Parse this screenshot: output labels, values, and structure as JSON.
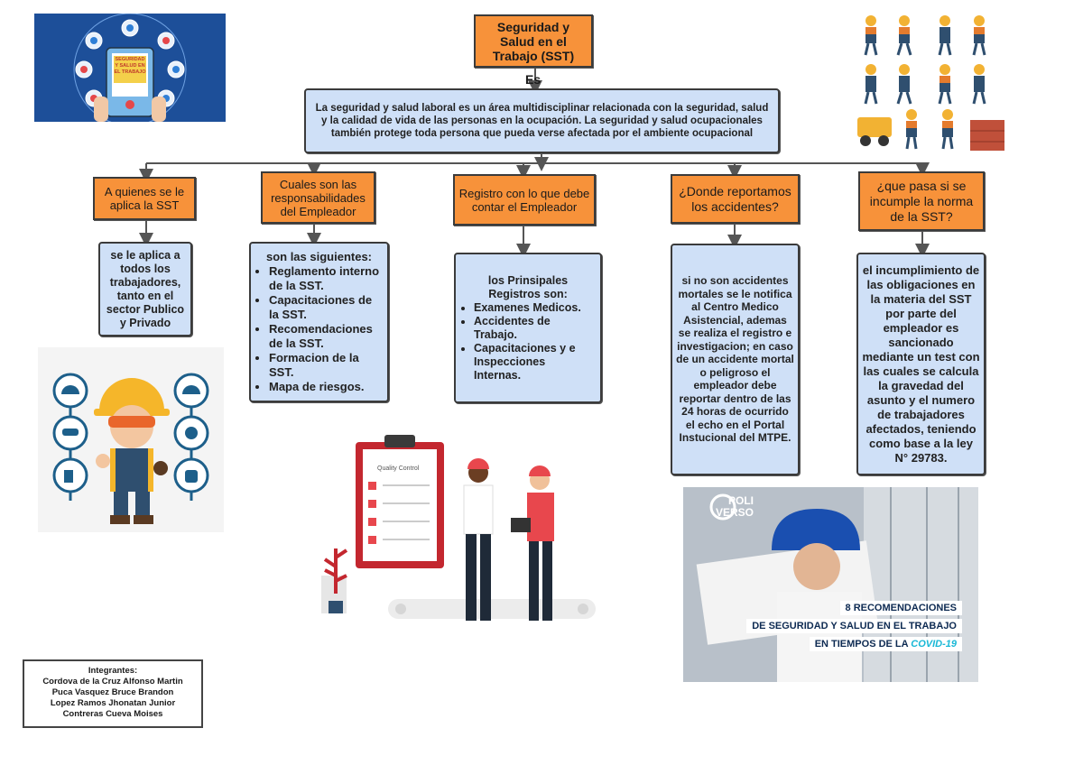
{
  "title": "Seguridad y Salud en el Trabajo (SST)",
  "connector_label": "Es",
  "definition": "La seguridad y salud laboral es un área multidisciplinar relacionada con la seguridad, salud y la calidad de vida de las personas en la ocupación. La seguridad y salud ocupacionales también protege toda persona que pueda verse afectada por el ambiente ocupacional",
  "branches": [
    {
      "question": "A quienes se le aplica la SST",
      "answer": "se le aplica a todos los trabajadores, tanto en el sector Publico y Privado"
    },
    {
      "question": "Cuales son las responsabilidades del Empleador",
      "answer_intro": "son las siguientes:",
      "answer_items": [
        "Reglamento interno de la SST.",
        "Capacitaciones de la SST.",
        "Recomendaciones de la SST.",
        "Formacion de la SST.",
        "Mapa de riesgos."
      ]
    },
    {
      "question": "Registro con lo que debe contar el Empleador",
      "answer_intro": "los Prinsipales Registros son:",
      "answer_items": [
        "Examenes Medicos.",
        "Accidentes de Trabajo.",
        "Capacitaciones y e Inspecciones Internas."
      ]
    },
    {
      "question": "¿Donde reportamos los accidentes?",
      "answer": "si no son accidentes mortales se le notifica al Centro Medico Asistencial, ademas se realiza el registro e investigacion; en caso de un accidente mortal o peligroso el empleador debe reportar dentro de las 24 horas de ocurrido el echo en el Portal Instucional del MTPE."
    },
    {
      "question": "¿que pasa si se incumple la norma de la SST?",
      "answer": "el incumplimiento de las obligaciones en la materia del SST por parte del empleador es sancionado mediante un test con las cuales se calcula la gravedad del asunto y el numero de trabajadores afectados, teniendo como base a la ley N° 29783."
    }
  ],
  "team": {
    "heading": "Integrantes:",
    "members": [
      "Cordova de la Cruz Alfonso Martin",
      "Puca Vasquez Bruce Brandon",
      "Lopez Ramos Jhonatan Junior",
      "Contreras Cueva Moises"
    ]
  },
  "images": {
    "top_left_sign": "SEGURIDAD Y SALUD EN EL TRABAJO",
    "quality_board": "Quality Control",
    "poliverso_brand": "POLI VERSO",
    "poliverso_line1": "8 RECOMENDACIONES",
    "poliverso_line2": "DE SEGURIDAD Y SALUD EN EL TRABAJO",
    "poliverso_line3": "EN TIEMPOS DE LA",
    "poliverso_highlight": "COVID-19"
  },
  "colors": {
    "box_orange": "#f7923a",
    "box_blue": "#cfe0f7",
    "banner_dark": "#0d2a52",
    "covid_cyan": "#19b8d6"
  }
}
